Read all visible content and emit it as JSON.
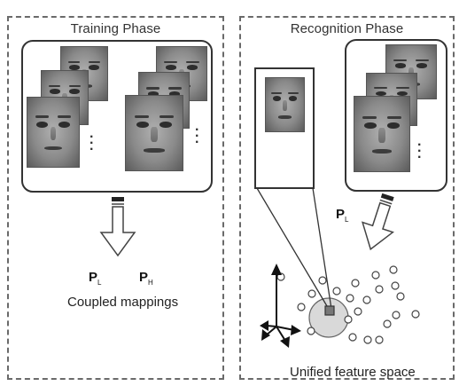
{
  "training": {
    "title": "Training Phase",
    "symbol_l_base": "P",
    "symbol_l_sub": "L",
    "symbol_h_base": "P",
    "symbol_h_sub": "H",
    "caption": "Coupled mappings"
  },
  "recognition": {
    "title": "Recognition Phase",
    "symbol_base": "P",
    "symbol_sub": "L",
    "caption": "Unified feature space"
  },
  "colors": {
    "border": "#6a6a6a",
    "outline": "#333333",
    "cluster": "#d9d9d9"
  }
}
